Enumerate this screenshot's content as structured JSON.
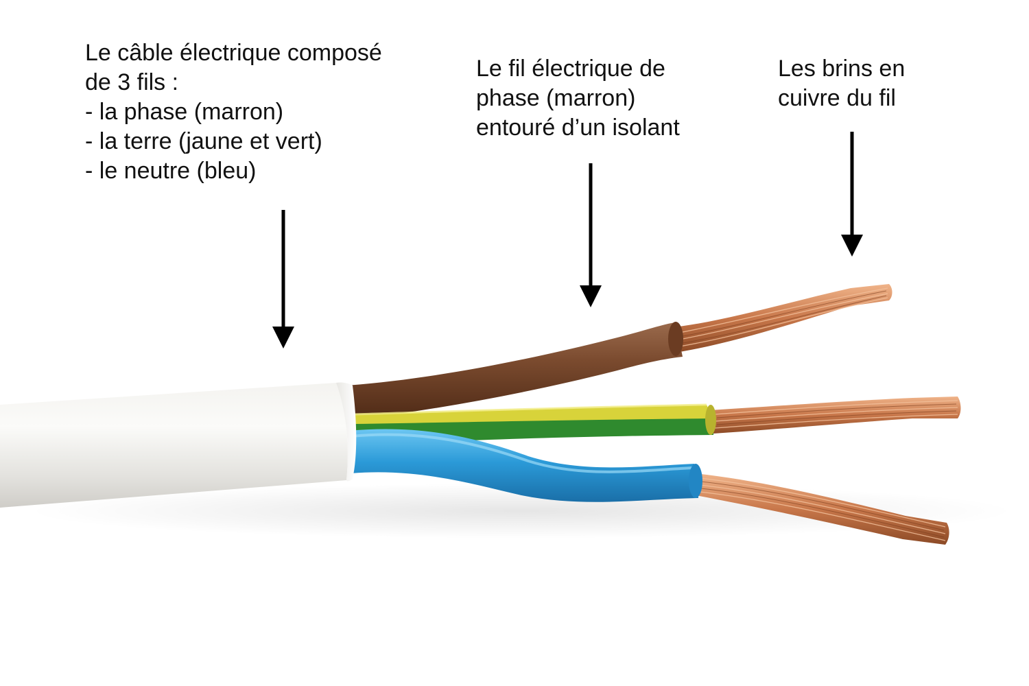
{
  "annotations": {
    "cable": {
      "lines": [
        "Le câble électrique composé",
        "de 3 fils :",
        "- la phase (marron)",
        "- la terre (jaune et vert)",
        "- le neutre (bleu)"
      ]
    },
    "phase_wire": {
      "lines": [
        "Le fil électrique de",
        "phase (marron)",
        "entouré d’un isolant"
      ]
    },
    "strands": {
      "lines": [
        "Les brins en",
        "cuivre du fil"
      ]
    }
  },
  "colors": {
    "background": "#ffffff",
    "sheath": "#e9e8e4",
    "phase_brown": "#7a4a2e",
    "earth_yellow": "#d8d33a",
    "earth_green": "#2f8a2e",
    "neutral_blue": "#2b9ad8",
    "copper": "#c8774a",
    "arrow": "#000000",
    "text": "#111111"
  }
}
